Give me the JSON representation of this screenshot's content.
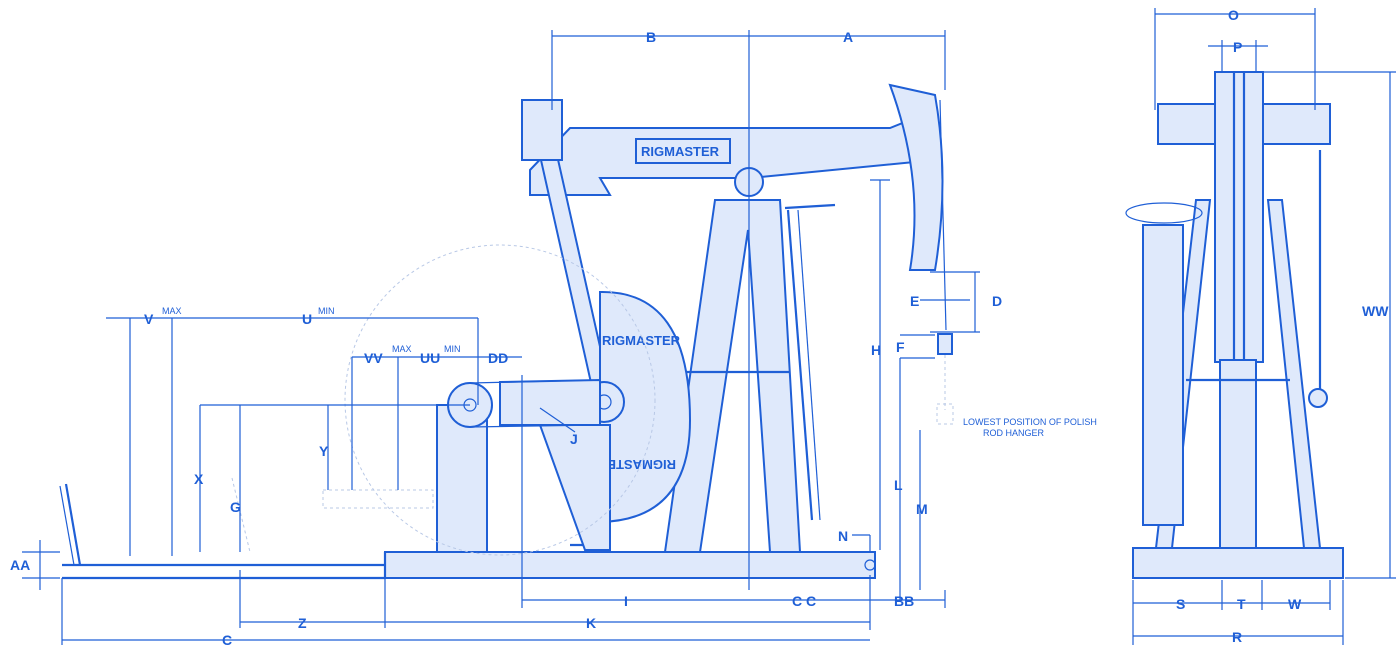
{
  "brand": {
    "logo_text": "RIGMASTER",
    "accent_color": "#1f5fd6"
  },
  "dimension_labels": {
    "A": "A",
    "B": "B",
    "C": "C",
    "D": "D",
    "E": "E",
    "F": "F",
    "G": "G",
    "H": "H",
    "I": "I",
    "J": "J",
    "K": "K",
    "L": "L",
    "M": "M",
    "N": "N",
    "O": "O",
    "P": "P",
    "R": "R",
    "S": "S",
    "T": "T",
    "U": "U",
    "V": "V",
    "W": "W",
    "X": "X",
    "Y": "Y",
    "Z": "Z",
    "AA": "AA",
    "BB": "BB",
    "CC": "C C",
    "DD": "DD",
    "UU": "UU",
    "VV": "VV",
    "WW": "WW"
  },
  "superscripts": {
    "v_max": "MAX",
    "u_min": "MIN",
    "vv_max": "MAX",
    "uu_min": "MIN"
  },
  "notes": {
    "polish_rod_line1": "LOWEST POSITION OF POLISH",
    "polish_rod_line2": "ROD HANGER"
  }
}
